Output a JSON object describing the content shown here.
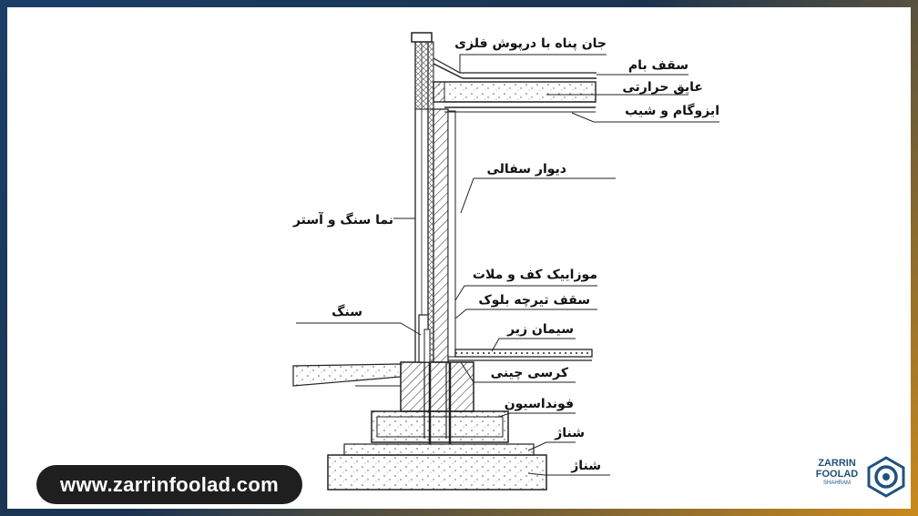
{
  "labels": {
    "parapet": "جان پناه با درپوش فلزی",
    "roof": "سقف بام",
    "insulation": "عایق حرارتی",
    "isogam": "ایزوگام و شیب",
    "clay_wall": "دیوار سفالی",
    "stone_facade": "نما سنگ و آستر",
    "mosaic": "موزاییک کف و ملات",
    "block_ceiling": "سقف تیرچه بلوک",
    "stone": "سنگ",
    "cement": "سیمان زیر",
    "plinth": "کرسی چینی",
    "foundation": "فونداسیون",
    "footing1": "شناژ",
    "footing2": "شناژ"
  },
  "website": "www.zarrinfoolad.com",
  "logo": {
    "brand_line1": "ZARRIN",
    "brand_line2": "FOOLAD",
    "brand_line3": "SHAHRAM"
  },
  "colors": {
    "background_dark": "#1b3350",
    "accent": "#c98a1c",
    "logo_blue": "#23527c"
  }
}
